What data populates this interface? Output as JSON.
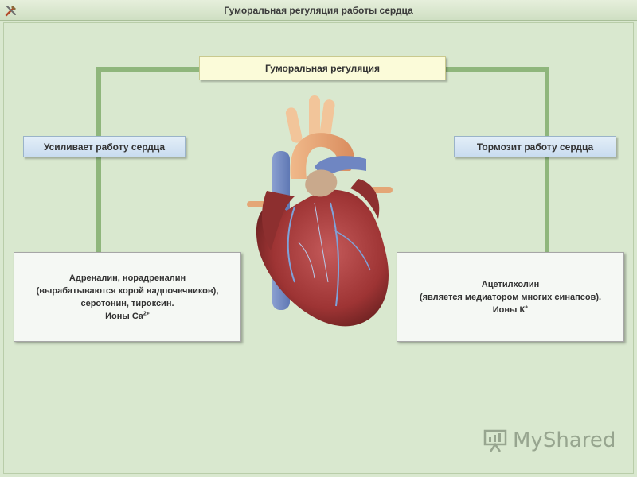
{
  "header": {
    "title": "Гуморальная регуляция работы сердца",
    "icon": "tools-icon"
  },
  "diagram": {
    "root": {
      "label": "Гуморальная регуляция"
    },
    "left": {
      "label": "Усиливает работу сердца",
      "details": {
        "line1": "Адреналин, норадреналин",
        "line2": "(вырабатываются корой надпочечников),",
        "line3": "серотонин, тироксин.",
        "ion_prefix": "Ионы Ca",
        "ion_sup": "2+"
      }
    },
    "right": {
      "label": "Тормозит работу сердца",
      "details": {
        "line1": "Ацетилхолин",
        "line2": "(является медиатором многих синапсов).",
        "ion_prefix": "Ионы К",
        "ion_sup": "+"
      }
    },
    "image": "heart-illustration"
  },
  "watermark": {
    "text": "MyShared",
    "icon": "presentation-board-icon"
  },
  "colors": {
    "background": "#d9e8cf",
    "connector": "#8fb67c",
    "blue_box": "#c9dcef",
    "root_box": "#fbfbd9"
  }
}
